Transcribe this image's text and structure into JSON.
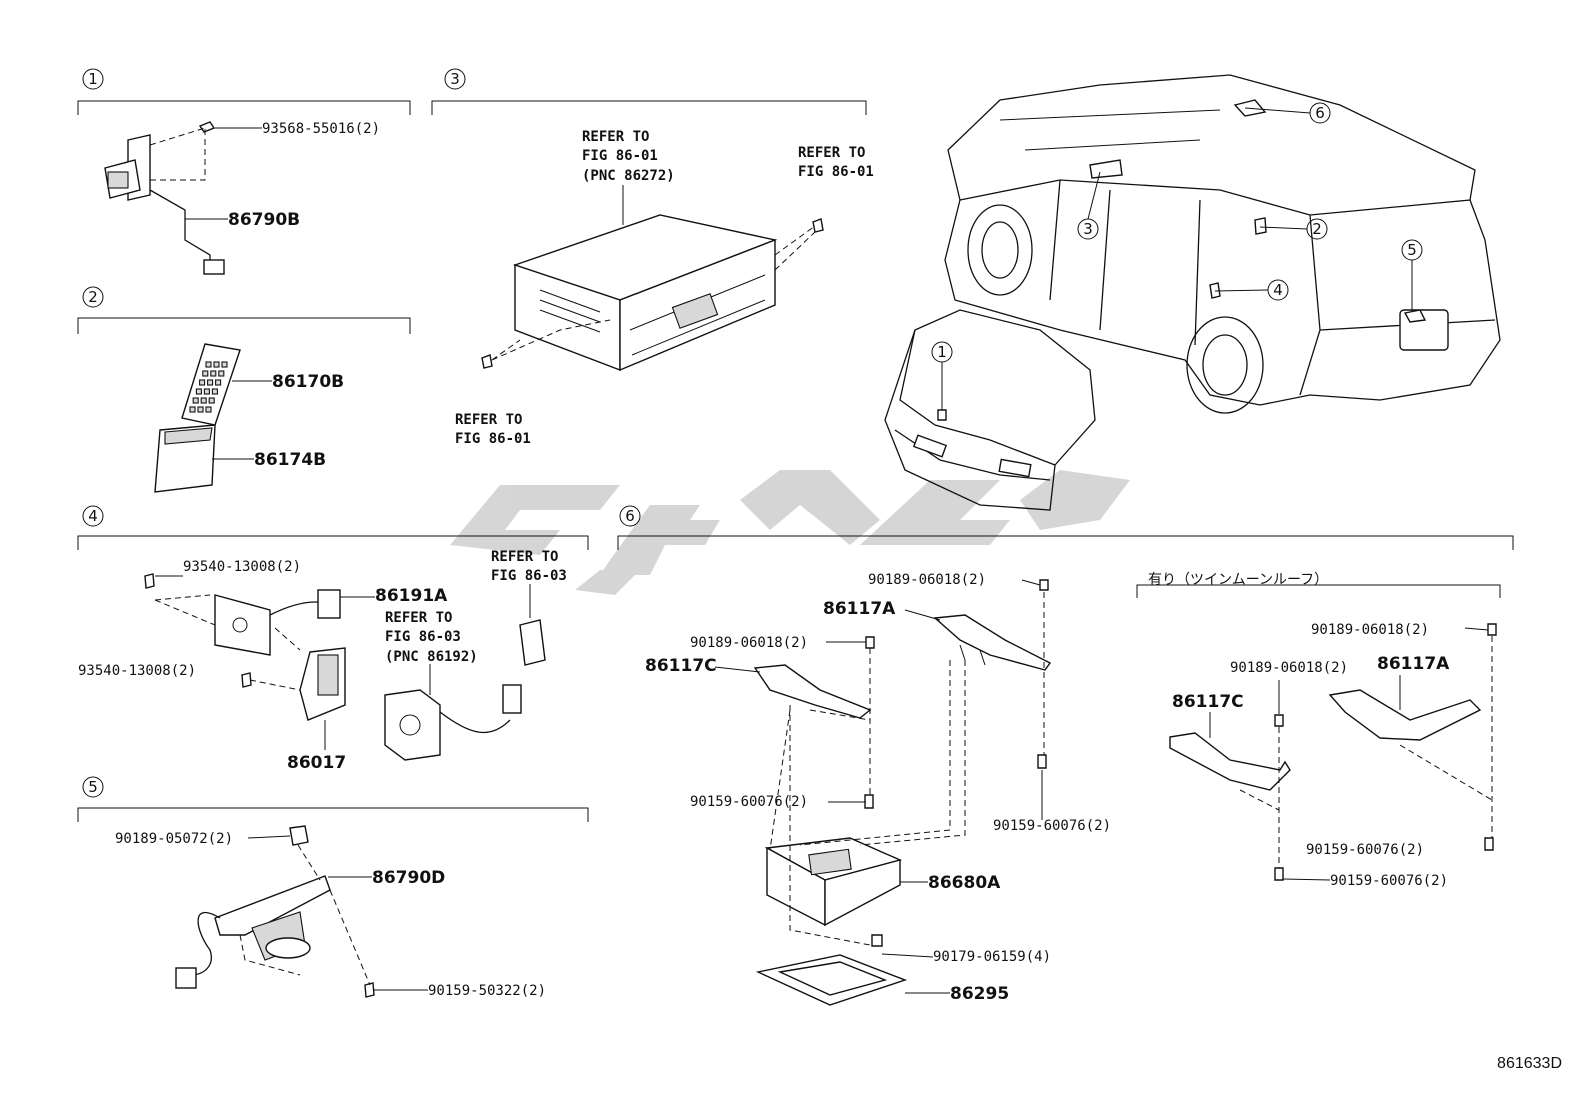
{
  "diagram_id": "861633D",
  "section_numbers": [
    "1",
    "2",
    "3",
    "4",
    "5",
    "6"
  ],
  "vehicle_callouts": [
    "1",
    "2",
    "3",
    "4",
    "5",
    "6"
  ],
  "sections": {
    "s1": {
      "labels": [
        "93568-55016(2)",
        "86790B"
      ]
    },
    "s2": {
      "labels": [
        "86170B",
        "86174B"
      ]
    },
    "s3": {
      "refer_top_1": "REFER TO",
      "refer_top_2": "FIG 86-01",
      "refer_top_3": "(PNC 86272)",
      "refer_right_1": "REFER TO",
      "refer_right_2": "FIG 86-01",
      "refer_bottom_1": "REFER TO",
      "refer_bottom_2": "FIG 86-01"
    },
    "s4": {
      "labels": [
        "93540-13008(2)",
        "86191A",
        "93540-13008(2)",
        "86017"
      ],
      "refer_a_1": "REFER TO",
      "refer_a_2": "FIG 86-03",
      "refer_b_1": "REFER TO",
      "refer_b_2": "FIG 86-03",
      "refer_b_3": "(PNC 86192)"
    },
    "s5": {
      "labels": [
        "90189-05072(2)",
        "86790D",
        "90159-50322(2)"
      ]
    },
    "s6": {
      "labels": [
        "90189-06018(2)",
        "86117A",
        "90189-06018(2)",
        "86117C",
        "90159-60076(2)",
        "90159-60076(2)",
        "86680A",
        "90179-06159(4)",
        "86295"
      ],
      "option_title": "有り（ツインムーンルーフ）",
      "option_labels": [
        "90189-06018(2)",
        "90189-06018(2)",
        "86117A",
        "86117C",
        "90159-60076(2)",
        "90159-60076(2)"
      ]
    }
  },
  "watermark_color": "#c8c8c8"
}
